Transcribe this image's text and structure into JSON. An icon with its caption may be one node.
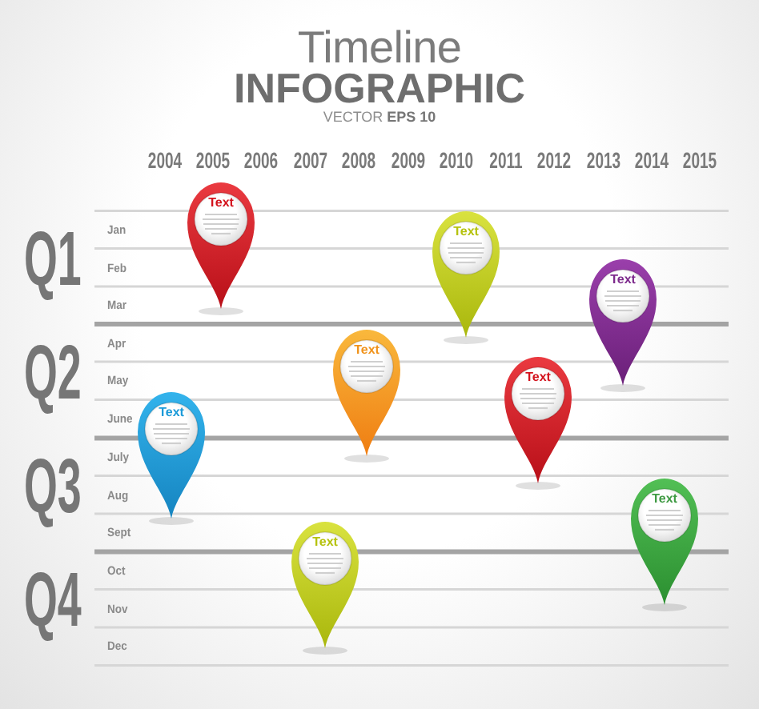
{
  "diagram": {
    "title": "Timeline **INFOGRAPHIC**",
    "nodes": [
      {
        "text": [
          "Text"
        ]
      },
      {
        "text": [
          "Text"
        ]
      },
      {
        "text": [
          "Text"
        ]
      },
      {
        "text": [
          "Text"
        ]
      },
      {
        "text": [
          "Text"
        ]
      },
      {
        "text": [
          "Text"
        ]
      },
      {
        "text": [
          "Text"
        ]
      },
      {
        "text": [
          "Text"
        ]
      }
    ],
    "labels": [
      "VECTOR **EPS 10**",
      "2004",
      "2005",
      "2006",
      "2007",
      "2008",
      "2009",
      "2010",
      "2011",
      "2012",
      "2013",
      "2014",
      "2015",
      "Q1",
      "Jan",
      "Feb",
      "Mar",
      "Q2",
      "Apr",
      "May",
      "June",
      "Q3",
      "July",
      "Aug",
      "Sept",
      "Q4",
      "Oct",
      "Nov",
      "Dec"
    ]
  }
}
